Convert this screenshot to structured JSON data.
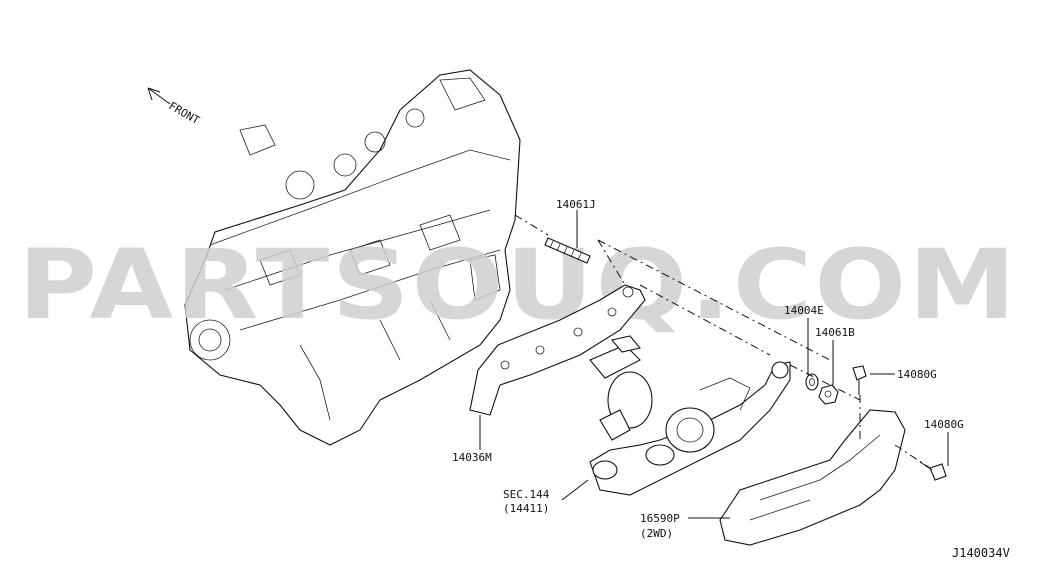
{
  "diagram": {
    "front_label": "FRONT",
    "watermark": "PARTSOUQ.COM",
    "figure_code": "J140034V",
    "callouts": [
      {
        "id": "14061J",
        "text": "14061J"
      },
      {
        "id": "14004E",
        "text": "14004E"
      },
      {
        "id": "14061B",
        "text": "14061B"
      },
      {
        "id": "14080G-1",
        "text": "14080G"
      },
      {
        "id": "14080G-2",
        "text": "14080G"
      },
      {
        "id": "14036M",
        "text": "14036M"
      },
      {
        "id": "SEC144",
        "text": "SEC.144",
        "sub": "(14411)"
      },
      {
        "id": "16590P",
        "text": "16590P",
        "sub": "(2WD)"
      }
    ]
  }
}
